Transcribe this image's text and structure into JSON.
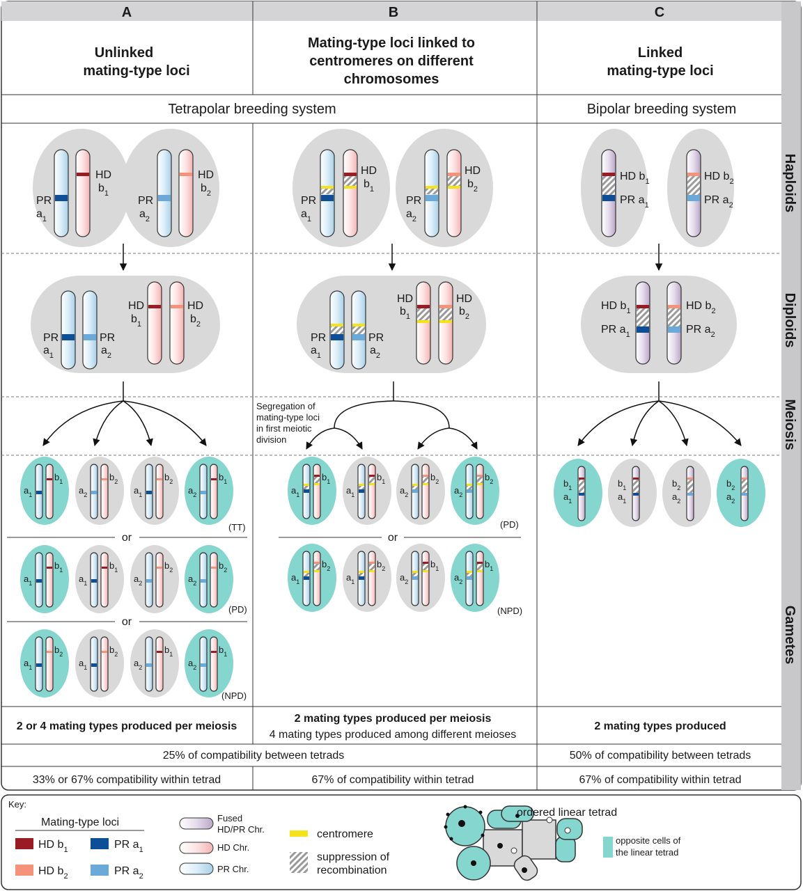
{
  "columns": [
    {
      "letter": "A",
      "title": [
        "Unlinked",
        "mating-type loci"
      ]
    },
    {
      "letter": "B",
      "title": [
        "Mating-type loci linked to",
        "centromeres on different",
        "chromosomes"
      ]
    },
    {
      "letter": "C",
      "title": [
        "Linked",
        "mating-type loci"
      ]
    }
  ],
  "breeding": {
    "tetrapolar": "Tetrapolar breeding system",
    "bipolar": "Bipolar breeding system"
  },
  "side_labels": {
    "haploids": "Haploids",
    "diploids": "Diploids",
    "meiosis": "Meiosis",
    "gametes": "Gametes"
  },
  "loci": {
    "HD": "HD",
    "PR": "PR",
    "b1": "b",
    "b2": "b",
    "a1": "a",
    "a2": "a",
    "sub1": "1",
    "sub2": "2"
  },
  "segregation_note": [
    "Segregation of",
    "mating-type loci",
    "in first meiotic",
    "division"
  ],
  "separator": "or",
  "tetrad_types": {
    "TT": "(TT)",
    "PD": "(PD)",
    "NPD": "(NPD)"
  },
  "bottom": {
    "a_row1": "2 or 4 mating types produced per meiosis",
    "b_row1a": "2 mating types produced per meiosis",
    "b_row1b": "4 mating types produced among different meioses",
    "c_row1": "2 mating types produced",
    "ab_row2": "25% of compatibility between tetrads",
    "c_row2": "50% of compatibility between tetrads",
    "a_row3": "33% or 67% compatibility within tetrad",
    "b_row3": "67% of compatibility within tetrad",
    "c_row3": "67% of compatibility within tetrad"
  },
  "key": {
    "title": "Key:",
    "loci_header": "Mating-type loci",
    "hd_b1": "HD b",
    "hd_b2": "HD b",
    "pr_a1": "PR a",
    "pr_a2": "PR a",
    "fused": [
      "Fused",
      "HD/PR Chr."
    ],
    "hd_chr": "HD Chr.",
    "pr_chr": "PR Chr.",
    "centromere": "centromere",
    "suppression": [
      "suppression of",
      "recombination"
    ],
    "ordered": "ordered linear tetrad",
    "opposite": [
      "opposite cells of",
      "the linear tetrad"
    ]
  },
  "colors": {
    "hd_b1": "#9b1b24",
    "hd_b2": "#f4937a",
    "pr_a1": "#0d4e97",
    "pr_a2": "#6aa9d8",
    "centromere": "#f5e21d",
    "cell_grey": "#d9d9da",
    "cell_teal": "#84d6cf",
    "side_bar": "#c8c8ca"
  }
}
